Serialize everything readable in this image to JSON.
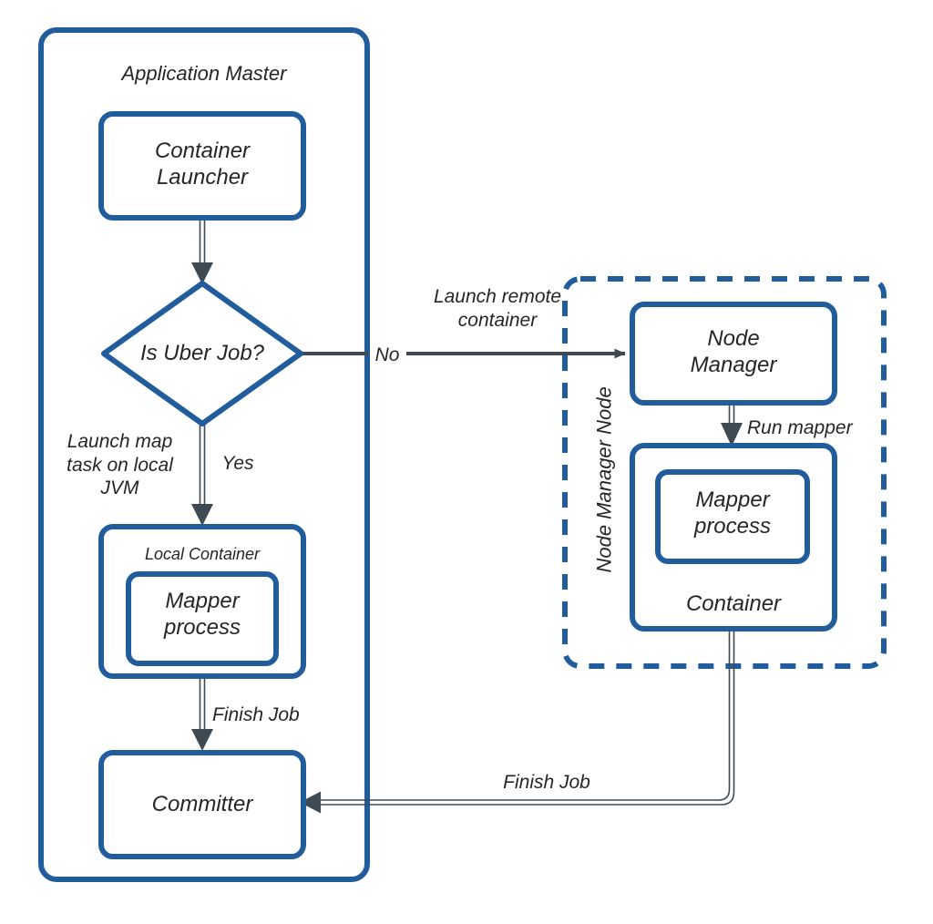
{
  "diagram": {
    "title_group_am": "Application Master",
    "title_group_nm": "Node Manager Node",
    "colors": {
      "shape_stroke": "#215d9c",
      "connector": "#3f4a52",
      "text": "#262626",
      "background": "#ffffff"
    },
    "nodes": [
      {
        "id": "application-master",
        "label": "Application Master",
        "type": "group-solid"
      },
      {
        "id": "container-launcher",
        "label": "Container\nLauncher",
        "type": "process"
      },
      {
        "id": "is-uber-job",
        "label": "Is Uber Job?",
        "type": "decision"
      },
      {
        "id": "local-container",
        "label": "Local Container",
        "type": "container"
      },
      {
        "id": "local-mapper-process",
        "label": "Mapper\nprocess",
        "type": "process"
      },
      {
        "id": "committer",
        "label": "Committer",
        "type": "process"
      },
      {
        "id": "node-manager-node",
        "label": "Node Manager Node",
        "type": "group-dashed"
      },
      {
        "id": "node-manager",
        "label": "Node\nManager",
        "type": "process"
      },
      {
        "id": "remote-container",
        "label": "Container",
        "type": "container"
      },
      {
        "id": "remote-mapper-process",
        "label": "Mapper\nprocess",
        "type": "process"
      }
    ],
    "edges": [
      {
        "id": "launcher-to-decision",
        "from": "container-launcher",
        "to": "is-uber-job",
        "label": ""
      },
      {
        "id": "decision-no-to-node-manager",
        "from": "is-uber-job",
        "to": "node-manager",
        "label": "No",
        "annotation": "Launch remote\ncontainer"
      },
      {
        "id": "decision-yes-to-local-container",
        "from": "is-uber-job",
        "to": "local-container",
        "label": "Yes",
        "annotation": "Launch map\ntask on local\nJVM"
      },
      {
        "id": "local-container-to-committer",
        "from": "local-container",
        "to": "committer",
        "label": "Finish Job"
      },
      {
        "id": "node-manager-to-container",
        "from": "node-manager",
        "to": "remote-container",
        "label": "Run mapper"
      },
      {
        "id": "remote-container-to-committer",
        "from": "remote-container",
        "to": "committer",
        "label": "Finish Job"
      }
    ],
    "labels": {
      "application_master": "Application Master",
      "container_launcher": "Container\nLauncher",
      "is_uber_job": "Is Uber Job?",
      "launch_remote_container": "Launch remote\ncontainer",
      "no": "No",
      "yes": "Yes",
      "launch_map_task": "Launch map\ntask on local\nJVM",
      "local_container": "Local Container",
      "mapper_process_local": "Mapper\nprocess",
      "finish_job_local": "Finish Job",
      "committer": "Committer",
      "node_manager_node": "Node Manager Node",
      "node_manager": "Node\nManager",
      "run_mapper": "Run mapper",
      "mapper_process_remote": "Mapper\nprocess",
      "container_remote": "Container",
      "finish_job_remote": "Finish Job"
    }
  }
}
